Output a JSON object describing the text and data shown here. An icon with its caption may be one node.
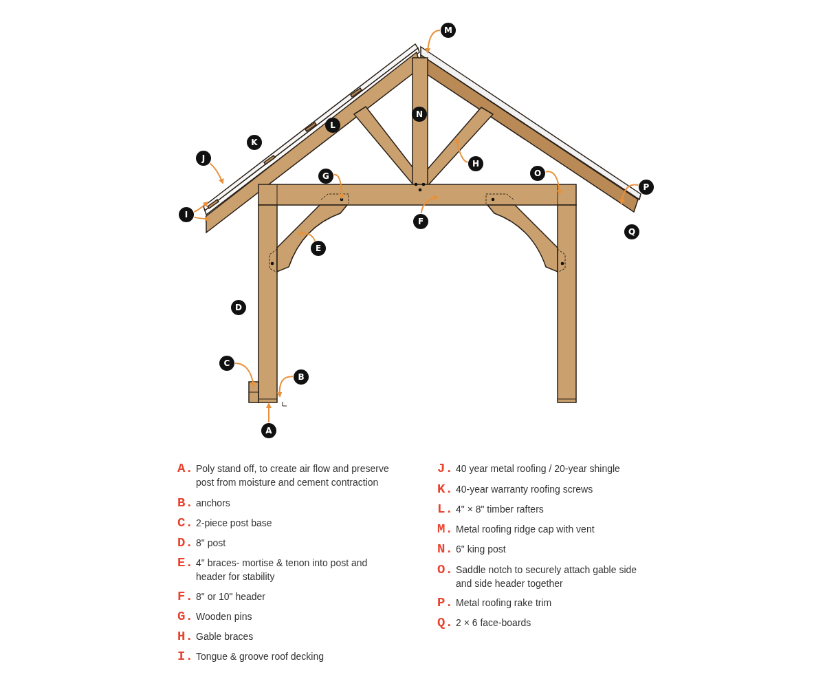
{
  "diagram": {
    "nodes": [
      {
        "text": [
          "M"
        ]
      },
      {
        "text": [
          "N"
        ]
      },
      {
        "text": [
          "L"
        ]
      },
      {
        "text": [
          "K"
        ]
      },
      {
        "text": [
          "H"
        ]
      },
      {
        "text": [
          "J"
        ]
      },
      {
        "text": [
          "G"
        ]
      },
      {
        "text": [
          "O"
        ]
      },
      {
        "text": [
          "P"
        ]
      },
      {
        "text": [
          "I"
        ]
      },
      {
        "text": [
          "F"
        ]
      },
      {
        "text": [
          "Q"
        ]
      },
      {
        "text": [
          "E"
        ]
      },
      {
        "text": [
          "D"
        ]
      },
      {
        "text": [
          "C"
        ]
      },
      {
        "text": [
          "B"
        ]
      },
      {
        "text": [
          "A"
        ]
      }
    ],
    "edges": [
      {
        "from": 0,
        "to": null,
        "arrow": "to"
      },
      {
        "from": 5,
        "to": null,
        "arrow": "to"
      },
      {
        "from": 6,
        "to": null,
        "arrow": "to"
      },
      {
        "from": 4,
        "to": null,
        "arrow": "to"
      },
      {
        "from": 7,
        "to": null,
        "arrow": "to"
      },
      {
        "from": 8,
        "to": null,
        "arrow": "to"
      },
      {
        "from": 9,
        "to": null,
        "arrow": "to"
      },
      {
        "from": 9,
        "to": null,
        "arrow": "to"
      },
      {
        "from": 10,
        "to": null,
        "arrow": "to"
      },
      {
        "from": 12,
        "to": null,
        "arrow": "to"
      },
      {
        "from": 14,
        "to": null,
        "arrow": "to"
      },
      {
        "from": 15,
        "to": null,
        "arrow": "to"
      },
      {
        "from": 16,
        "to": null,
        "arrow": "to"
      }
    ],
    "labels": [
      "A.",
      "Poly stand off, to create air flow and preserve post from moisture and cement contraction",
      "B.",
      "anchors",
      "C.",
      "2-piece post base",
      "D.",
      "8\" post",
      "E.",
      "4\" braces- mortise & tenon into post and header for stability",
      "F.",
      "8\" or 10\" header",
      "G.",
      "Wooden pins",
      "H.",
      "Gable braces",
      "I.",
      "Tongue & groove roof decking",
      "J.",
      "40 year metal roofing / 20-year shingle",
      "K.",
      "40-year warranty roofing screws",
      "L.",
      "4\" × 8\" timber rafters",
      "M.",
      "Metal roofing ridge cap with vent",
      "N.",
      "6\" king post",
      "O.",
      "Saddle notch to securely attach gable side and side header together",
      "P.",
      "Metal roofing rake trim",
      "Q.",
      "2 × 6 face-boards"
    ]
  }
}
